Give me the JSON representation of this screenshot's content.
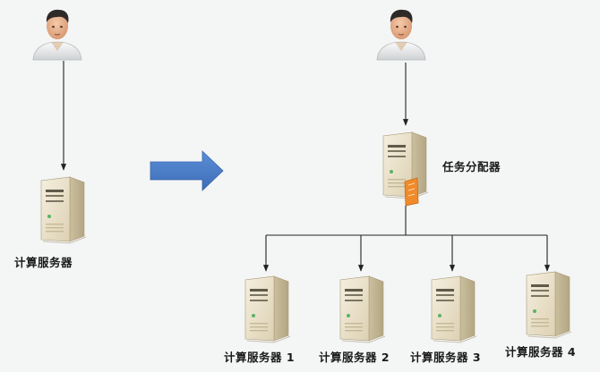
{
  "before": {
    "server_label": "计算服务器"
  },
  "after": {
    "dispatcher_label": "任务分配器",
    "servers": [
      {
        "label": "计算服务器 1"
      },
      {
        "label": "计算服务器 2"
      },
      {
        "label": "计算服务器 3"
      },
      {
        "label": "计算服务器 4"
      }
    ]
  },
  "colors": {
    "arrow_blue": "#4a7cc7",
    "server_body": "#e6dcc4",
    "server_front": "#efe7d3",
    "line": "#222222",
    "badge_orange": "#f08a2b"
  },
  "icons": [
    "user-icon",
    "server-icon",
    "transform-arrow-icon"
  ]
}
